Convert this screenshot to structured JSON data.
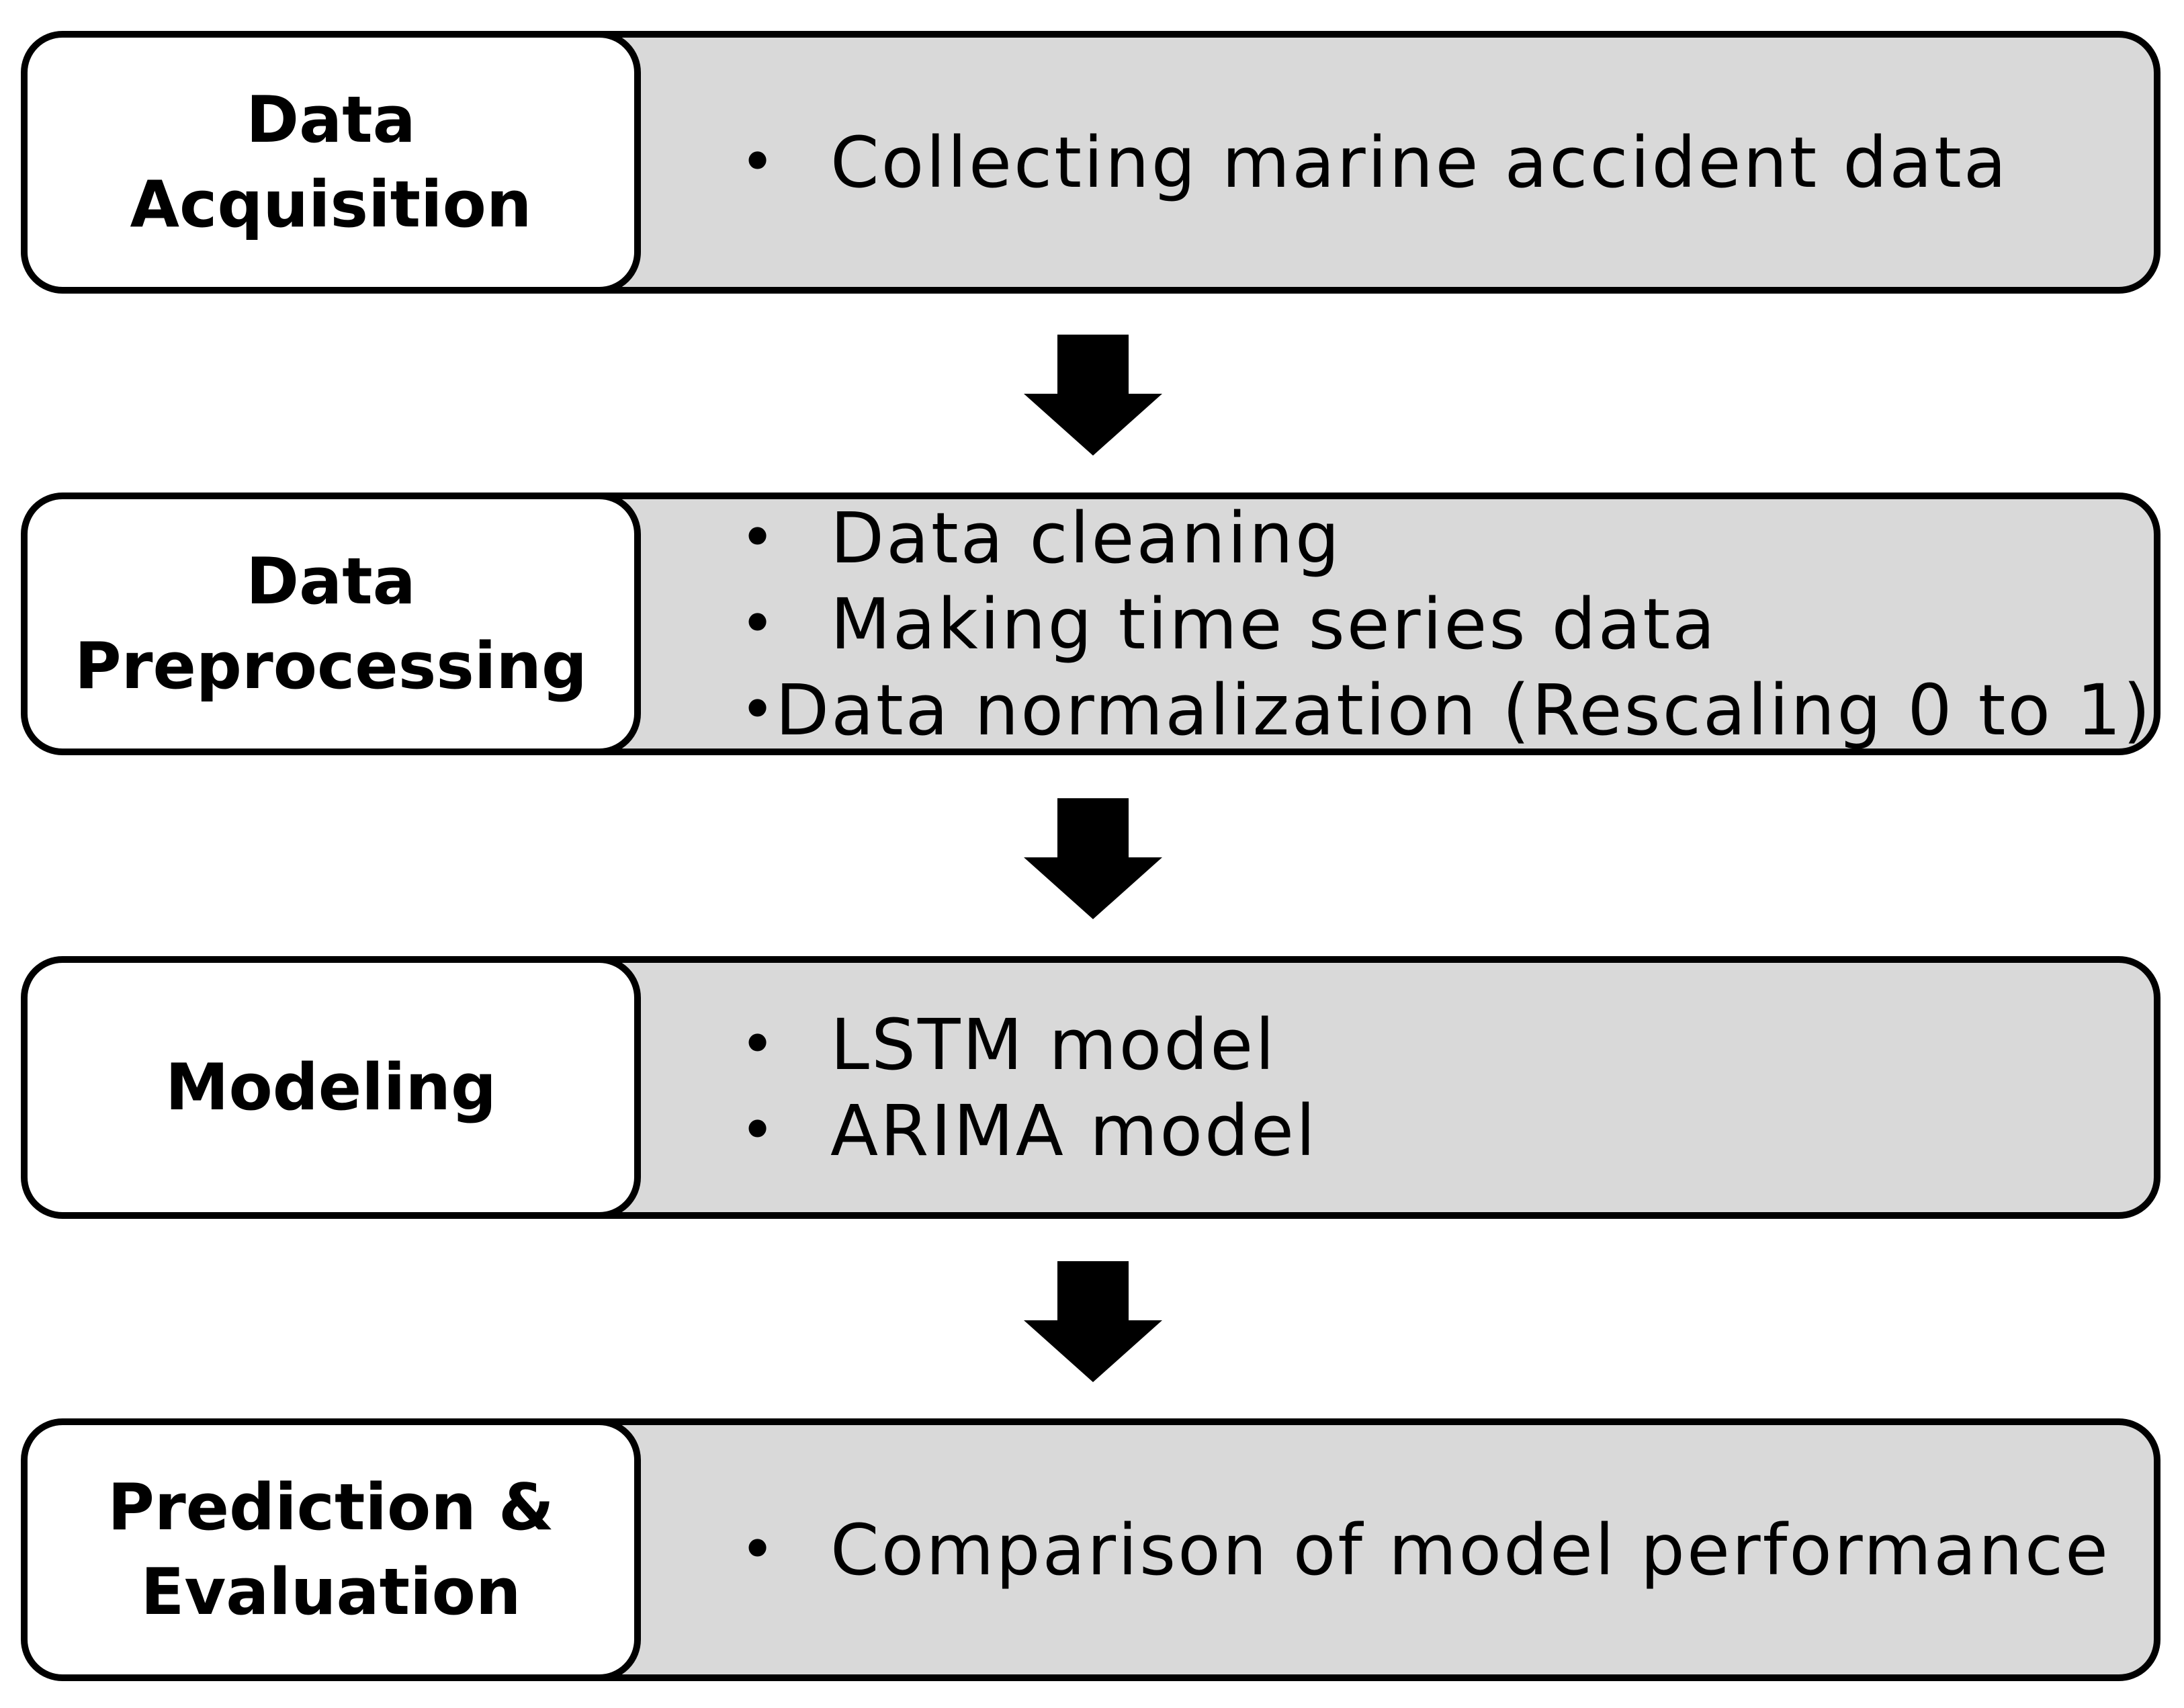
{
  "steps": [
    {
      "title_lines": [
        "Data",
        "Acquisition"
      ],
      "bullets": [
        "Collecting marine accident data"
      ]
    },
    {
      "title_lines": [
        "Data",
        "Preprocessing"
      ],
      "bullets": [
        "Data cleaning",
        "Making time series data",
        "Data normalization (Rescaling 0 to 1)"
      ]
    },
    {
      "title_lines": [
        "Modeling"
      ],
      "bullets": [
        "LSTM model",
        "ARIMA model"
      ]
    },
    {
      "title_lines": [
        "Prediction &",
        "Evaluation"
      ],
      "bullets": [
        "Comparison of model performance"
      ]
    }
  ],
  "bullet_glyph": "•",
  "colors": {
    "box_fill": "#d9d9d9",
    "label_fill": "#ffffff",
    "stroke": "#000000"
  }
}
